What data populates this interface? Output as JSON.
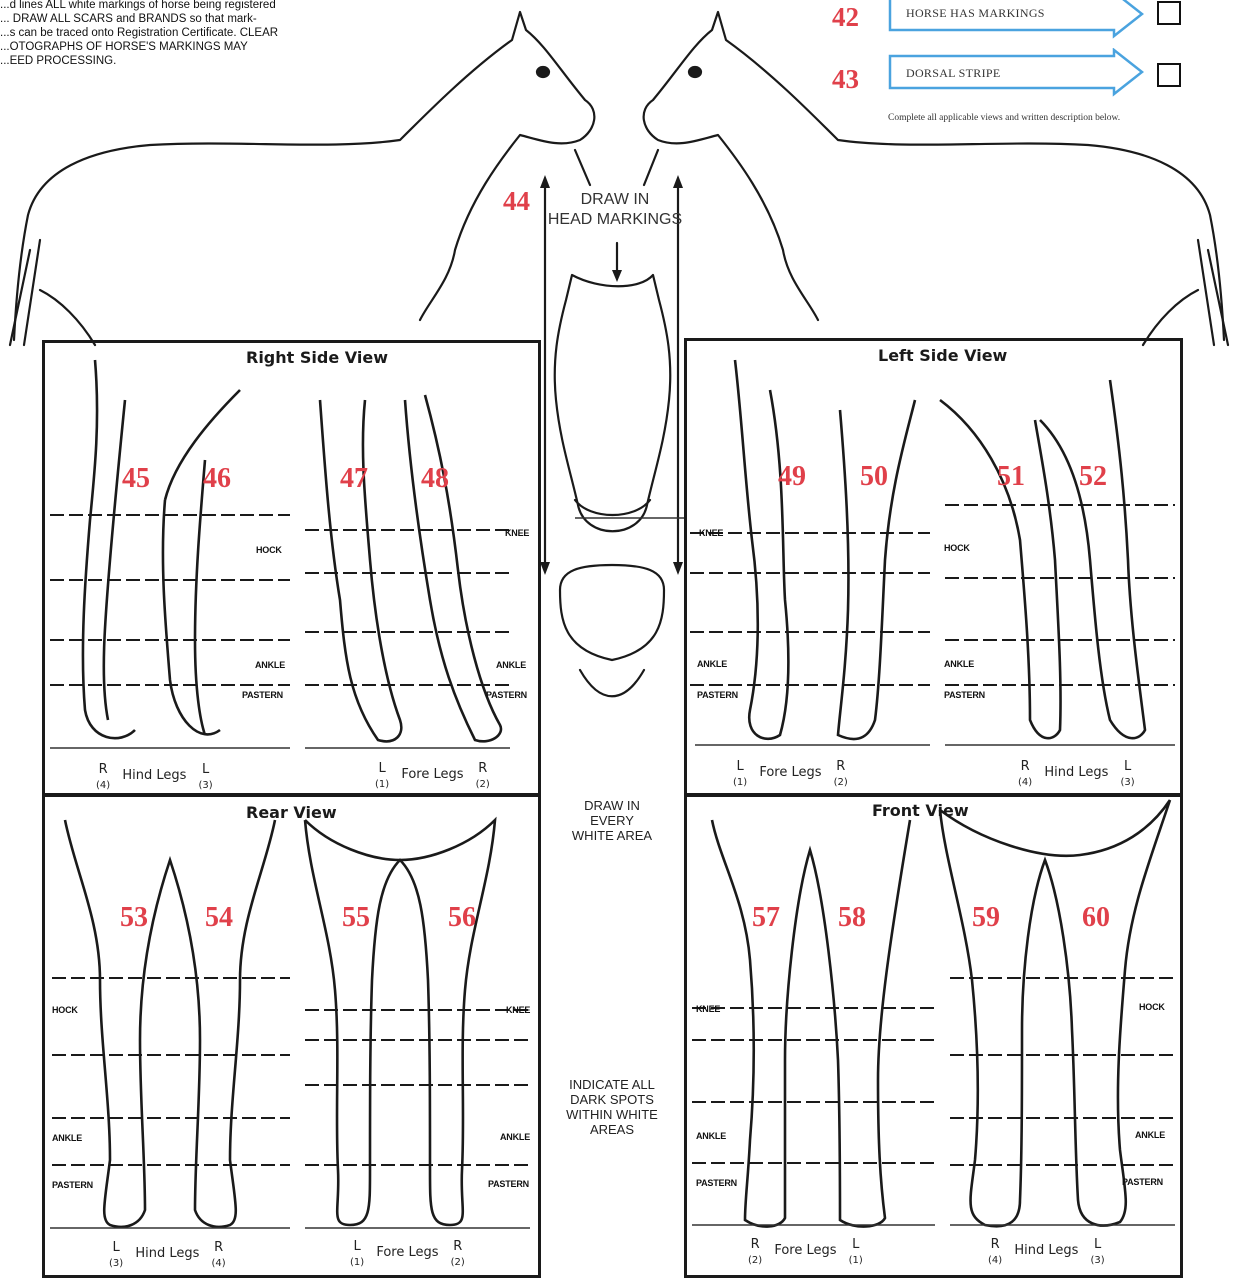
{
  "instructions": "...d lines ALL white markings of horse being registered\n... DRAW ALL SCARS and BRANDS so that mark-\n...s can be traced onto Registration Certificate. CLEAR\n...OTOGRAPHS OF HORSE'S MARKINGS MAY\n...EED PROCESSING.",
  "questions": {
    "q42": {
      "number": "42",
      "label": "HORSE HAS MARKINGS"
    },
    "q43": {
      "number": "43",
      "label": "DORSAL STRIPE"
    },
    "q44": {
      "number": "44"
    }
  },
  "complete_note": "Complete all applicable views and written description below.",
  "head": {
    "draw_in": "DRAW IN",
    "head_markings": "HEAD MARKINGS"
  },
  "center": {
    "draw_white": [
      "DRAW IN",
      "EVERY",
      "WHITE AREA"
    ],
    "indicate": [
      "INDICATE ALL",
      "DARK SPOTS",
      "WITHIN WHITE",
      "AREAS"
    ]
  },
  "labels": {
    "knee": "KNEE",
    "hock": "HOCK",
    "ankle": "ANKLE",
    "pastern": "PASTERN"
  },
  "panels": {
    "right_side": {
      "title": "Right Side View",
      "legs": [
        "45",
        "46",
        "47",
        "48"
      ],
      "captions": [
        {
          "left": "R",
          "left_sub": "(4)",
          "text": "Hind Legs",
          "right": "L",
          "right_sub": "(3)"
        },
        {
          "left": "L",
          "left_sub": "(1)",
          "text": "Fore Legs",
          "right": "R",
          "right_sub": "(2)"
        }
      ]
    },
    "left_side": {
      "title": "Left Side View",
      "legs": [
        "49",
        "50",
        "51",
        "52"
      ],
      "captions": [
        {
          "left": "L",
          "left_sub": "(1)",
          "text": "Fore Legs",
          "right": "R",
          "right_sub": "(2)"
        },
        {
          "left": "R",
          "left_sub": "(4)",
          "text": "Hind Legs",
          "right": "L",
          "right_sub": "(3)"
        }
      ]
    },
    "rear": {
      "title": "Rear View",
      "legs": [
        "53",
        "54",
        "55",
        "56"
      ],
      "captions": [
        {
          "left": "L",
          "left_sub": "(3)",
          "text": "Hind Legs",
          "right": "R",
          "right_sub": "(4)"
        },
        {
          "left": "L",
          "left_sub": "(1)",
          "text": "Fore Legs",
          "right": "R",
          "right_sub": "(2)"
        }
      ]
    },
    "front": {
      "title": "Front View",
      "legs": [
        "57",
        "58",
        "59",
        "60"
      ],
      "captions": [
        {
          "left": "R",
          "left_sub": "(2)",
          "text": "Fore Legs",
          "right": "L",
          "right_sub": "(1)"
        },
        {
          "left": "R",
          "left_sub": "(4)",
          "text": "Hind Legs",
          "right": "L",
          "right_sub": "(3)"
        }
      ]
    }
  }
}
